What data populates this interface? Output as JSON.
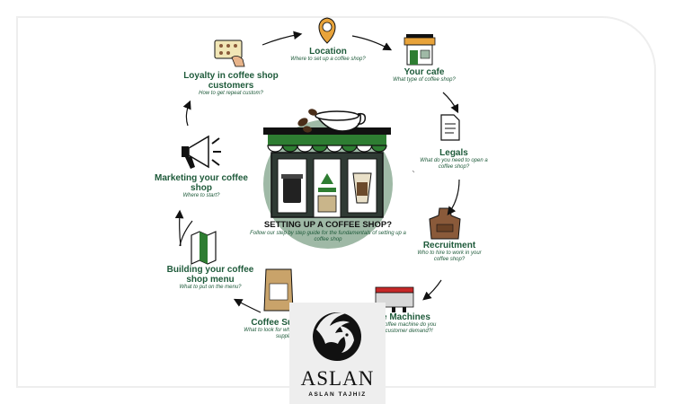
{
  "nodes": {
    "location": {
      "title": "Location",
      "sub": "Where to set up a coffee shop?"
    },
    "cafe": {
      "title": "Your cafe",
      "sub": "What type of coffee shop?"
    },
    "legals": {
      "title": "Legals",
      "sub": "What do you need to open a coffee shop?"
    },
    "recruitment": {
      "title": "Recruitment",
      "sub": "Who to hire to work in your coffee shop?"
    },
    "machines": {
      "title": "e Machines",
      "sub_line1": "coffee machine do you",
      "sub_line2": "r customer demand?!"
    },
    "supplies": {
      "title": "Coffee Su",
      "sub_line1": "What to look for whe",
      "sub_line2": "supplie"
    },
    "menu": {
      "title": "Building your coffee shop menu",
      "sub": "What to put on the menu?"
    },
    "marketing": {
      "title": "Marketing your coffee shop",
      "sub": "Where to start?"
    },
    "loyalty": {
      "title": "Loyalty in coffee shop customers",
      "sub": "How to get repeat custom?"
    }
  },
  "center": {
    "title": "SETTING UP A COFFEE SHOP?",
    "sub": "Follow our step by step guide for the fundamentals of setting up a coffee shop"
  },
  "logo": {
    "name": "ASLAN",
    "tagline": "ASLAN TAJHIZ"
  },
  "colors": {
    "green": "#1e5a3a",
    "awning_green": "#2e7d32",
    "circle": "#9fb9a6",
    "accent_orange": "#e8a33a",
    "machine_red": "#c62828"
  }
}
